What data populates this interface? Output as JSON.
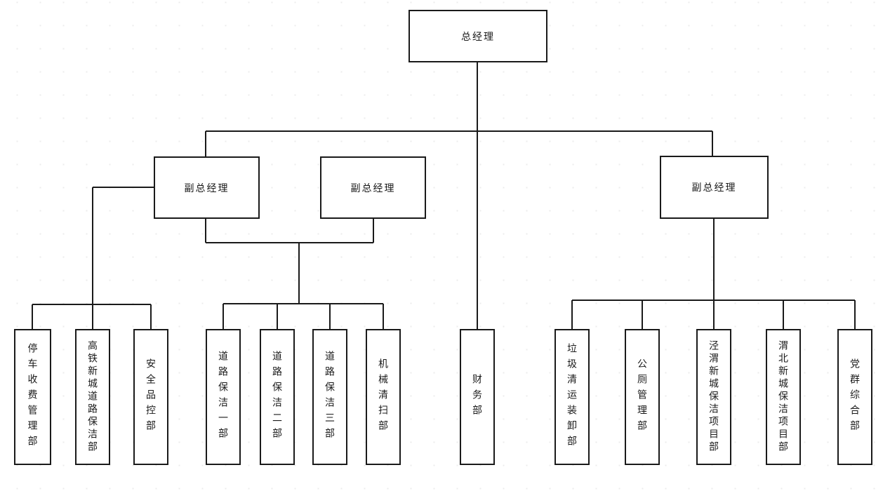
{
  "diagram": {
    "type": "org-chart",
    "colors": {
      "line": "#1a1a1a",
      "box_border": "#1a1a1a",
      "box_fill": "#ffffff",
      "background": "#ffffff",
      "grid_dot": "#ececec",
      "text": "#1a1a1a"
    },
    "nodes": {
      "gm": {
        "label": "总经理",
        "level": 1
      },
      "dgm1": {
        "label": "副总经理",
        "level": 2
      },
      "dgm2": {
        "label": "副总经理",
        "level": 2
      },
      "dgm3": {
        "label": "副总经理",
        "level": 2
      },
      "parking": {
        "label": "停车收费管理部",
        "level": 3
      },
      "gaotie": {
        "label": "高铁新城道路保洁部",
        "level": 3
      },
      "safety": {
        "label": "安全品控部",
        "level": 3
      },
      "road1": {
        "label": "道路保洁一部",
        "level": 3
      },
      "road2": {
        "label": "道路保洁二部",
        "level": 3
      },
      "road3": {
        "label": "道路保洁三部",
        "level": 3
      },
      "mechanical": {
        "label": "机械清扫部",
        "level": 3
      },
      "finance": {
        "label": "财务部",
        "level": 3
      },
      "garbage": {
        "label": "垃圾清运装卸部",
        "level": 3
      },
      "toilet": {
        "label": "公厕管理部",
        "level": 3
      },
      "jingwei": {
        "label": "泾渭新城保洁项目部",
        "level": 3
      },
      "weibei": {
        "label": "渭北新城保洁项目部",
        "level": 3
      },
      "party": {
        "label": "党群综合部",
        "level": 3
      }
    },
    "edges": [
      "gm->dgm1",
      "gm->dgm3",
      "gm->finance",
      "dgm1->dgm2",
      "dgm1->parking",
      "dgm1->gaotie",
      "dgm1->safety",
      "dgm1/dgm2->road1",
      "dgm1/dgm2->road2",
      "dgm1/dgm2->road3",
      "dgm1/dgm2->mechanical",
      "dgm3->garbage",
      "dgm3->toilet",
      "dgm3->jingwei",
      "dgm3->weibei",
      "dgm3->party"
    ]
  }
}
